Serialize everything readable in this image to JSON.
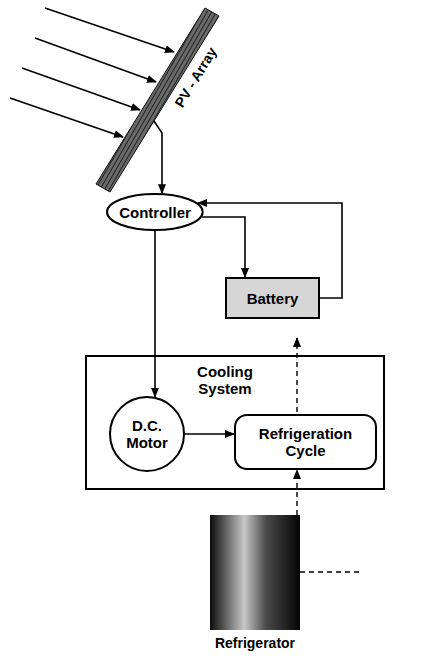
{
  "diagram": {
    "nodes": [
      {
        "text": [
          "PV - Array"
        ]
      },
      {
        "text": [
          "Controller"
        ]
      },
      {
        "text": [
          "Battery"
        ]
      },
      {
        "text": [
          "Cooling System"
        ]
      },
      {
        "text": [
          "D.C. Motor"
        ],
        "in": 3
      },
      {
        "text": [
          "Refrigeration Cycle"
        ],
        "in": 3
      },
      {
        "text": [
          "Refrigerator"
        ]
      }
    ],
    "edges": [
      {
        "from": 0,
        "to": 1,
        "arrow": "to"
      },
      {
        "from": 1,
        "to": 2,
        "arrow": "to"
      },
      {
        "from": 2,
        "to": 1,
        "arrow": "to"
      },
      {
        "from": 1,
        "to": 4,
        "arrow": "to"
      },
      {
        "from": 4,
        "to": 5,
        "arrow": "to"
      },
      {
        "from": 6,
        "to": 5,
        "arrow": "to"
      }
    ]
  }
}
